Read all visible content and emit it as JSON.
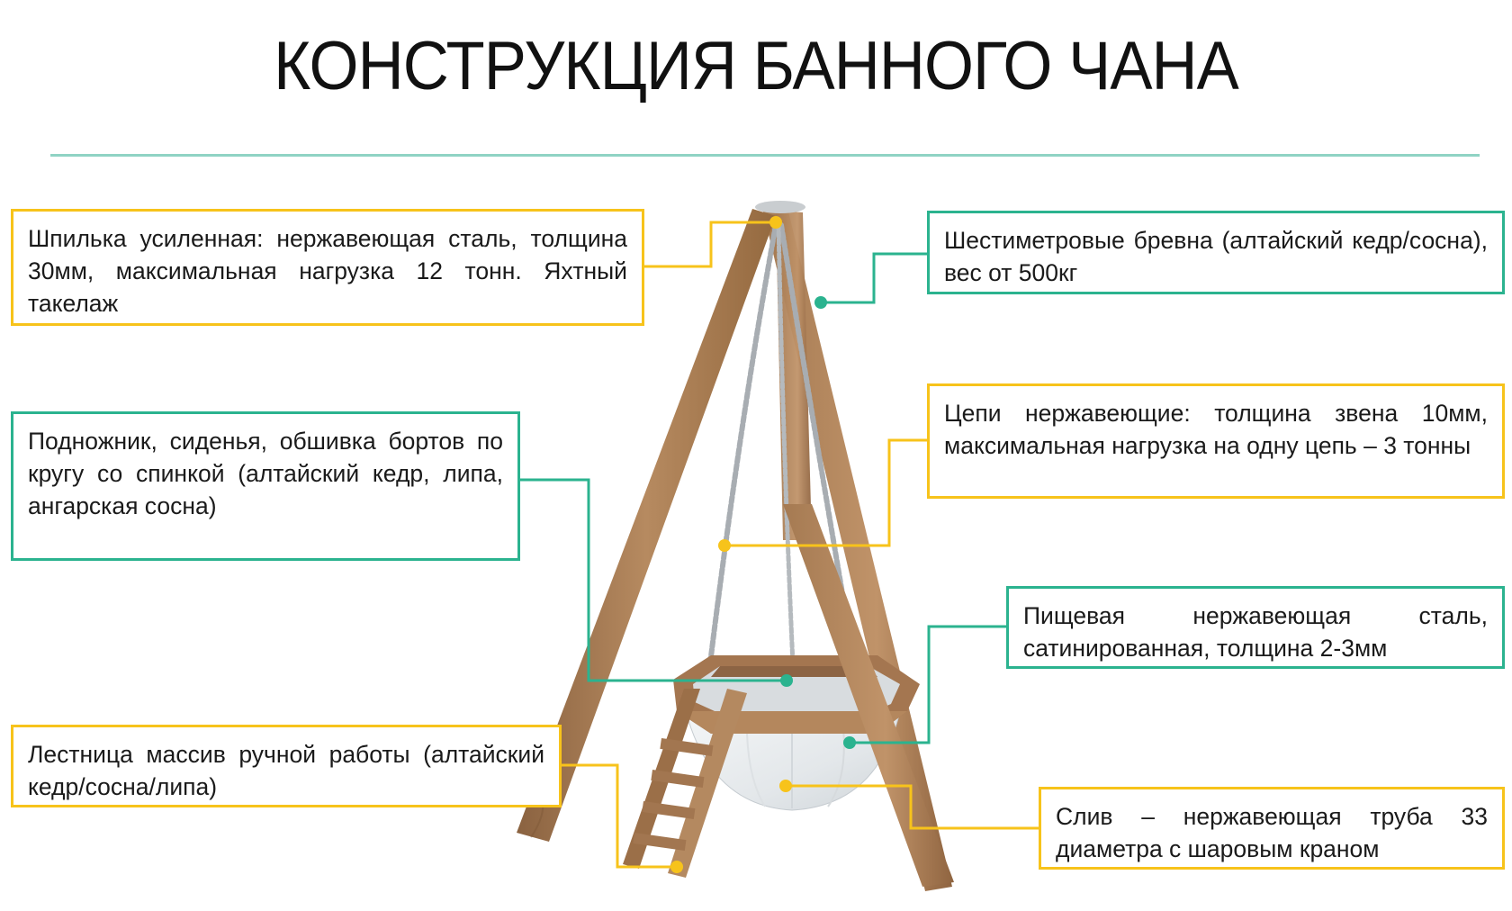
{
  "title": "КОНСТРУКЦИЯ БАННОГО ЧАНА",
  "colors": {
    "yellow_accent": "#f7c31b",
    "green_accent": "#2bb38f",
    "divider": "#8fd3c4",
    "wood": "#a57a52",
    "steel": "#e6e9ec"
  },
  "callouts": {
    "pin": {
      "color": "yellow",
      "text": "Шпилька усиленная: нержавеющая сталь, толщина 30мм, максимальная нагрузка 12 тонн. Яхтный такелаж"
    },
    "logs": {
      "color": "green",
      "text": "Шестиметровые бревна (алтайский кедр/сосна), вес от 500кг"
    },
    "seats": {
      "color": "green",
      "text": "Подножник, сиденья, обшивка бортов по кругу со спинкой (алтайский кедр, липа, ангарская сосна)"
    },
    "chains": {
      "color": "yellow",
      "text": "Цепи нержавеющие: толщина звена 10мм, максимальная нагрузка на одну цепь – 3 тонны"
    },
    "steel": {
      "color": "green",
      "text": "Пищевая нержавеющая сталь, сатинированная, толщина 2-3мм"
    },
    "ladder": {
      "color": "yellow",
      "text": "Лестница массив ручной работы (алтайский кедр/сосна/липа)"
    },
    "drain": {
      "color": "yellow",
      "text": "Слив – нержавеющая труба 33 диаметра с шаровым краном"
    }
  }
}
